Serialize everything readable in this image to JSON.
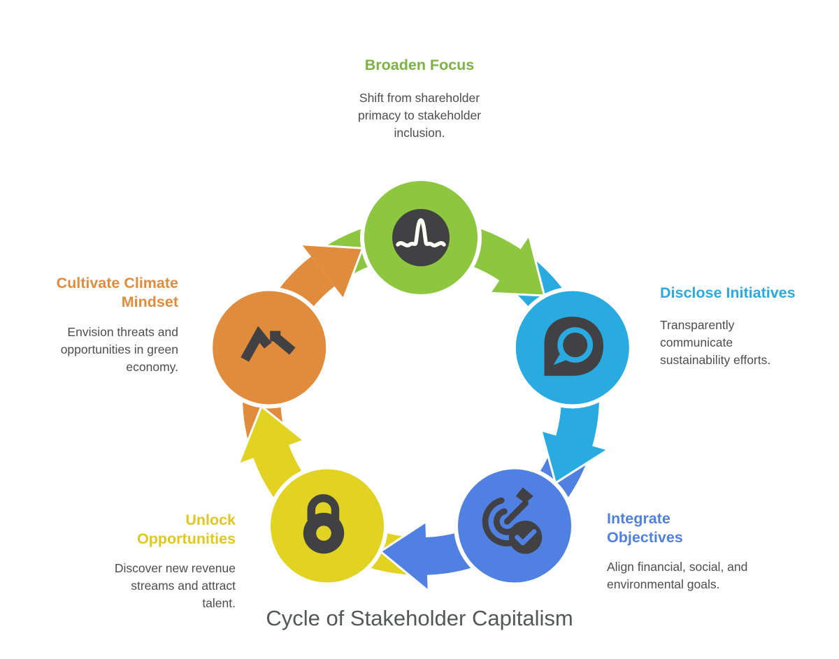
{
  "title": "Cycle of Stakeholder Capitalism",
  "colors": {
    "background": "#FFFFFF",
    "icon_dark": "#414042",
    "body_text": "#4D4D4D",
    "title_text": "#55565A",
    "halo_white": "#FFFFFF"
  },
  "nodes": [
    {
      "id": "broaden-focus",
      "label": "Broaden Focus",
      "description": "Shift from shareholder primacy to stakeholder inclusion.",
      "color": "#8DC63F",
      "heading_color": "#7CB342",
      "icon": "pulse-wave-icon"
    },
    {
      "id": "disclose-initiatives",
      "label": "Disclose Initiatives",
      "description": "Transparently communicate sustainability efforts.",
      "color": "#29ABE2",
      "heading_color": "#29ABE2",
      "icon": "chat-bubble-pin-icon"
    },
    {
      "id": "integrate-objectives",
      "label": "Integrate Objectives",
      "description": "Align financial, social, and environmental goals.",
      "color": "#4F80E2",
      "heading_color": "#4F80E2",
      "icon": "target-check-icon"
    },
    {
      "id": "unlock-opportunities",
      "label": "Unlock Opportunities",
      "description": "Discover new revenue streams and attract talent.",
      "color": "#E2D322",
      "heading_color": "#E0C81C",
      "icon": "open-padlock-icon"
    },
    {
      "id": "cultivate-climate-mindset",
      "label": "Cultivate Climate Mindset",
      "description": "Envision threats and opportunities in green economy.",
      "color": "#E08C3C",
      "heading_color": "#E08C3C",
      "icon": "mountain-trend-icon"
    }
  ],
  "flow_order": [
    "broaden-focus",
    "disclose-initiatives",
    "integrate-objectives",
    "unlock-opportunities",
    "cultivate-climate-mindset"
  ]
}
